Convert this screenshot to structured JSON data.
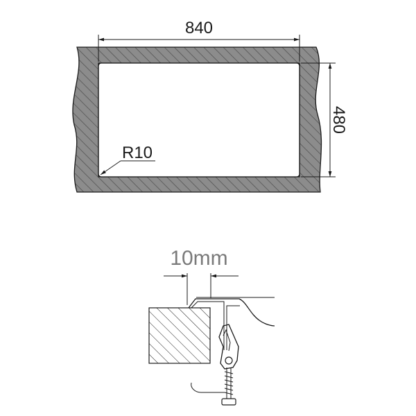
{
  "top_view": {
    "width_label": "840",
    "height_label": "480",
    "radius_label": "R10"
  },
  "detail_view": {
    "gap_label": "10mm"
  },
  "colors": {
    "line": "#1a1a1a",
    "fill": "#8c8c8c",
    "hatch": "#555555",
    "detail_text": "#7a7a7a"
  }
}
